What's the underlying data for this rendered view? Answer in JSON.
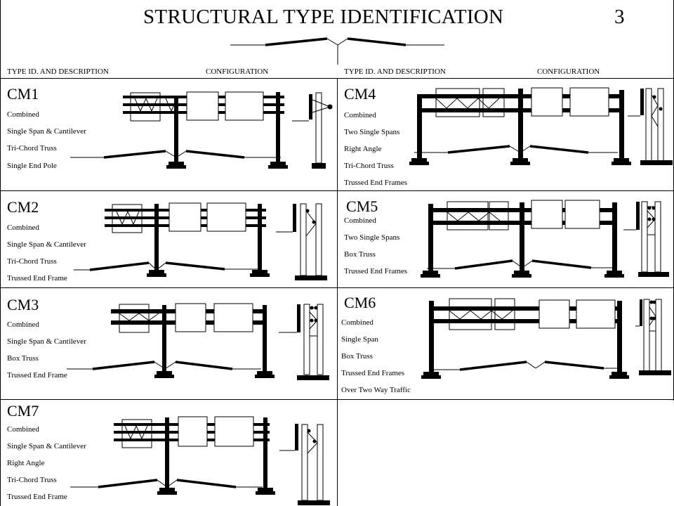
{
  "page": {
    "title": "STRUCTURAL  TYPE IDENTIFICATION",
    "page_number": "3"
  },
  "headers": {
    "left_type": "TYPE  ID.  AND  DESCRIPTION",
    "left_config": "CONFIGURATION",
    "right_type": "TYPE  ID.  AND  DESCRIPTION",
    "right_config": "CONFIGURATION"
  },
  "types": [
    {
      "code": "CM1",
      "lines": [
        "Combined",
        "Single Span & Cantilever",
        "Tri-Chord Truss",
        "Single End Pole"
      ]
    },
    {
      "code": "CM4",
      "lines": [
        "Combined",
        "Two Single Spans",
        "Right Angle",
        "Tri-Chord  Truss",
        "Trussed End Frames"
      ]
    },
    {
      "code": "CM2",
      "lines": [
        "Combined",
        "Single Span & Cantilever",
        "Tri-Chord Truss",
        "Trussed End Frame"
      ]
    },
    {
      "code": "CM5",
      "lines": [
        "Combined",
        "Two Single Spans",
        "Box Truss",
        "Trussed End Frames"
      ]
    },
    {
      "code": "CM3",
      "lines": [
        "Combined",
        "Single Span & Cantilever",
        "Box Truss",
        "Trussed End Frame"
      ]
    },
    {
      "code": "CM6",
      "lines": [
        "Combined",
        "Single Span",
        "Box Truss",
        "Trussed End Frames",
        "Over Two Way Traffic"
      ]
    },
    {
      "code": "CM7",
      "lines": [
        "Combined",
        "Single Span & Cantilever",
        "Right Angle",
        "Tri-Chord Truss",
        "Trussed End Frame"
      ]
    }
  ]
}
